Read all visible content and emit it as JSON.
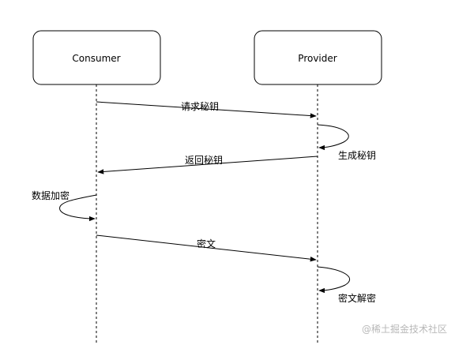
{
  "participants": {
    "consumer": "Consumer",
    "provider": "Provider"
  },
  "messages": {
    "request_key": "请求秘钥",
    "generate_key": "生成秘钥",
    "return_key": "返回秘钥",
    "encrypt_data": "数据加密",
    "ciphertext": "密文",
    "decrypt": "密文解密"
  },
  "watermark": "@稀土掘金技术社区",
  "colors": {
    "stroke": "#000000",
    "watermark": "#b8b8b8",
    "background": "#ffffff"
  }
}
